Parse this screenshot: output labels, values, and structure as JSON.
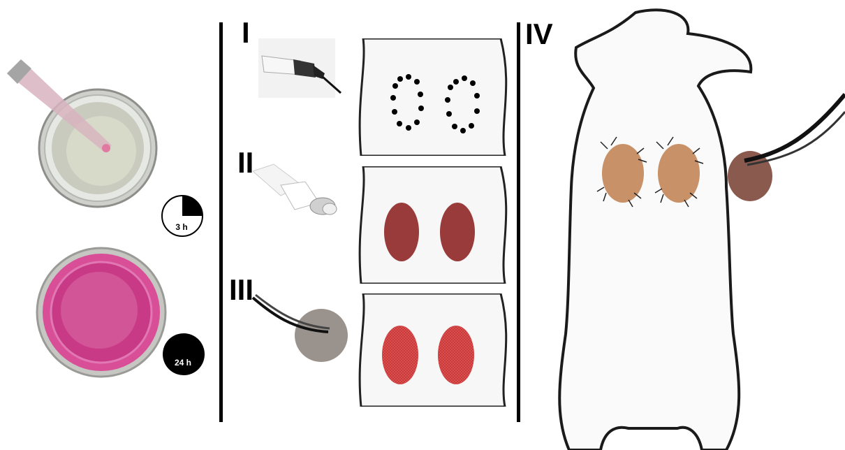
{
  "left_panel": {
    "timer_short": "3 h",
    "timer_long": "24 h"
  },
  "steps": {
    "step1_label": "I",
    "step2_label": "II",
    "step3_label": "III",
    "step4_label": "IV"
  },
  "colors": {
    "wound_fill": "#9a3b3b",
    "scaffold_fill": "#e05050",
    "graft_fill": "#c89168",
    "membrane_grey": "#9a928c",
    "pink_medium": "#d64f9a",
    "divider": "#000000"
  }
}
